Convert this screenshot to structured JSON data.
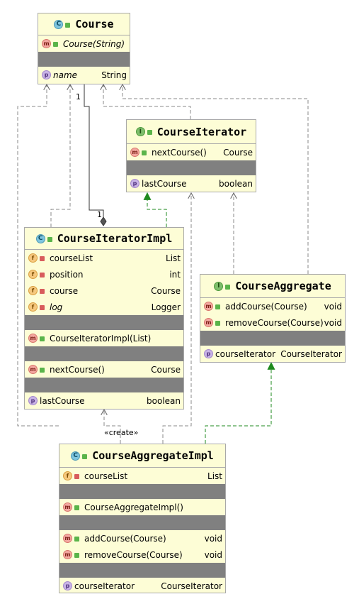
{
  "classes": {
    "course": {
      "name": "Course",
      "kind": "C",
      "constructor": {
        "icon": "m",
        "name": "Course(String)"
      },
      "properties": [
        {
          "icon": "p",
          "name": "name",
          "type": "String"
        }
      ]
    },
    "course_iterator": {
      "name": "CourseIterator",
      "kind": "I",
      "methods": [
        {
          "icon": "m",
          "name": "nextCourse()",
          "type": "Course"
        }
      ],
      "properties": [
        {
          "icon": "p",
          "name": "lastCourse",
          "type": "boolean"
        }
      ]
    },
    "course_iterator_impl": {
      "name": "CourseIteratorImpl",
      "kind": "C",
      "fields": [
        {
          "icon": "f",
          "name": "courseList",
          "type": "List"
        },
        {
          "icon": "f",
          "name": "position",
          "type": "int"
        },
        {
          "icon": "f",
          "name": "course",
          "type": "Course"
        },
        {
          "icon": "f",
          "name": "log",
          "type": "Logger"
        }
      ],
      "constructor": {
        "icon": "m",
        "name": "CourseIteratorImpl(List)"
      },
      "methods": [
        {
          "icon": "m",
          "name": "nextCourse()",
          "type": "Course"
        }
      ],
      "properties": [
        {
          "icon": "p",
          "name": "lastCourse",
          "type": "boolean"
        }
      ]
    },
    "course_aggregate": {
      "name": "CourseAggregate",
      "kind": "I",
      "methods": [
        {
          "icon": "m",
          "name": "addCourse(Course)",
          "type": "void"
        },
        {
          "icon": "m",
          "name": "removeCourse(Course)",
          "type": "void"
        }
      ],
      "properties": [
        {
          "icon": "p",
          "name": "courseIterator",
          "type": "CourseIterator"
        }
      ]
    },
    "course_aggregate_impl": {
      "name": "CourseAggregateImpl",
      "kind": "C",
      "fields": [
        {
          "icon": "f",
          "name": "courseList",
          "type": "List"
        }
      ],
      "constructor": {
        "icon": "m",
        "name": "CourseAggregateImpl()"
      },
      "methods": [
        {
          "icon": "m",
          "name": "addCourse(Course)",
          "type": "void"
        },
        {
          "icon": "m",
          "name": "removeCourse(Course)",
          "type": "void"
        }
      ],
      "properties": [
        {
          "icon": "p",
          "name": "courseIterator",
          "type": "CourseIterator"
        }
      ]
    }
  },
  "relations": {
    "create_label": "«create»",
    "multiplicity_course_end": "1",
    "multiplicity_impl_end": "1"
  },
  "colors": {
    "box_fill": "#fdfdd6",
    "compartment_gray": "#808080",
    "dependency_line": "#8a8a8a",
    "realization_line": "#2e8b2e"
  }
}
